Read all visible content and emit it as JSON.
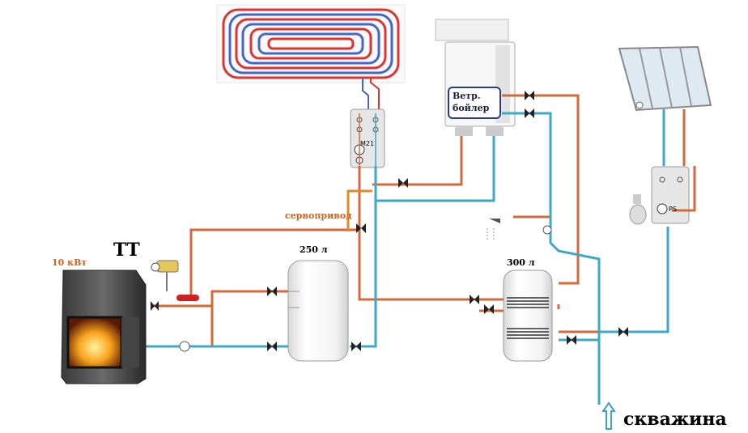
{
  "labels": {
    "stove_title": "ТТ",
    "stove_power": "10 кВт",
    "servo": "сервопривод",
    "tank_left": "250  л",
    "tank_right": "300 л",
    "boiler_line1": "Ветр.",
    "boiler_line2": "бойлер",
    "well": "скважина",
    "mixer_code": "M21",
    "solar_code": "PS"
  },
  "colors": {
    "hot_pipe": "#d46a3a",
    "cold_pipe": "#3fa7c7",
    "servo_pipe": "#e08a2c",
    "well_arrow": "#3aa0c8",
    "label_orange": "#d0651f"
  }
}
